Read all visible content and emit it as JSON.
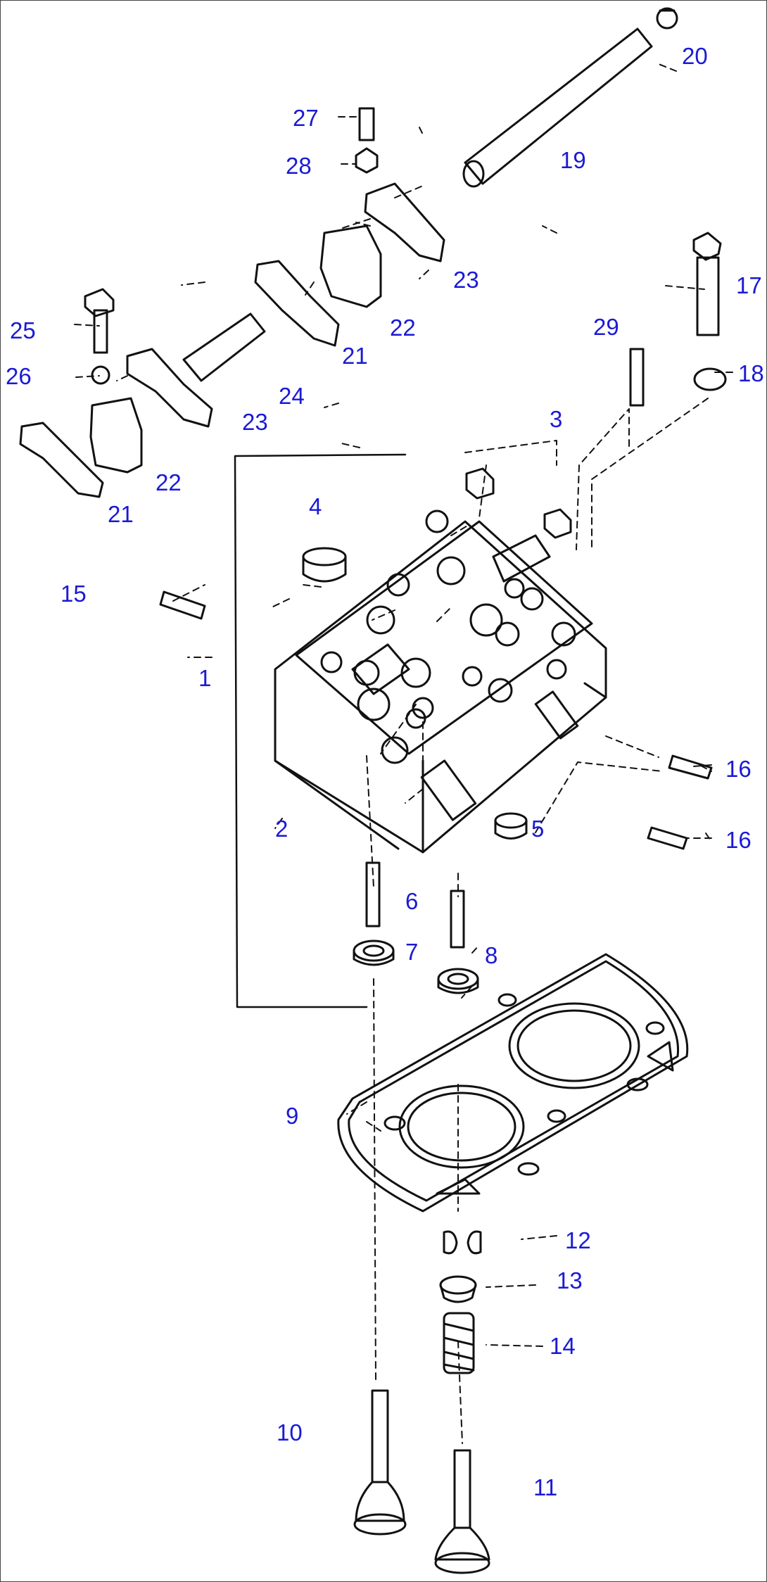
{
  "labels": {
    "l1": "1",
    "l2": "2",
    "l3": "3",
    "l4": "4",
    "l5": "5",
    "l6": "6",
    "l7": "7",
    "l8": "8",
    "l9": "9",
    "l10": "10",
    "l11": "11",
    "l12": "12",
    "l13": "13",
    "l14": "14",
    "l15": "15",
    "l16a": "16",
    "l16b": "16",
    "l17": "17",
    "l18": "18",
    "l19": "19",
    "l20": "20",
    "l21a": "21",
    "l21b": "21",
    "l22a": "22",
    "l22b": "22",
    "l23a": "23",
    "l23b": "23",
    "l24": "24",
    "l25": "25",
    "l26": "26",
    "l27": "27",
    "l28": "28",
    "l29": "29"
  },
  "colors": {
    "label": "#1a1ad6",
    "drawing": "#111111"
  }
}
